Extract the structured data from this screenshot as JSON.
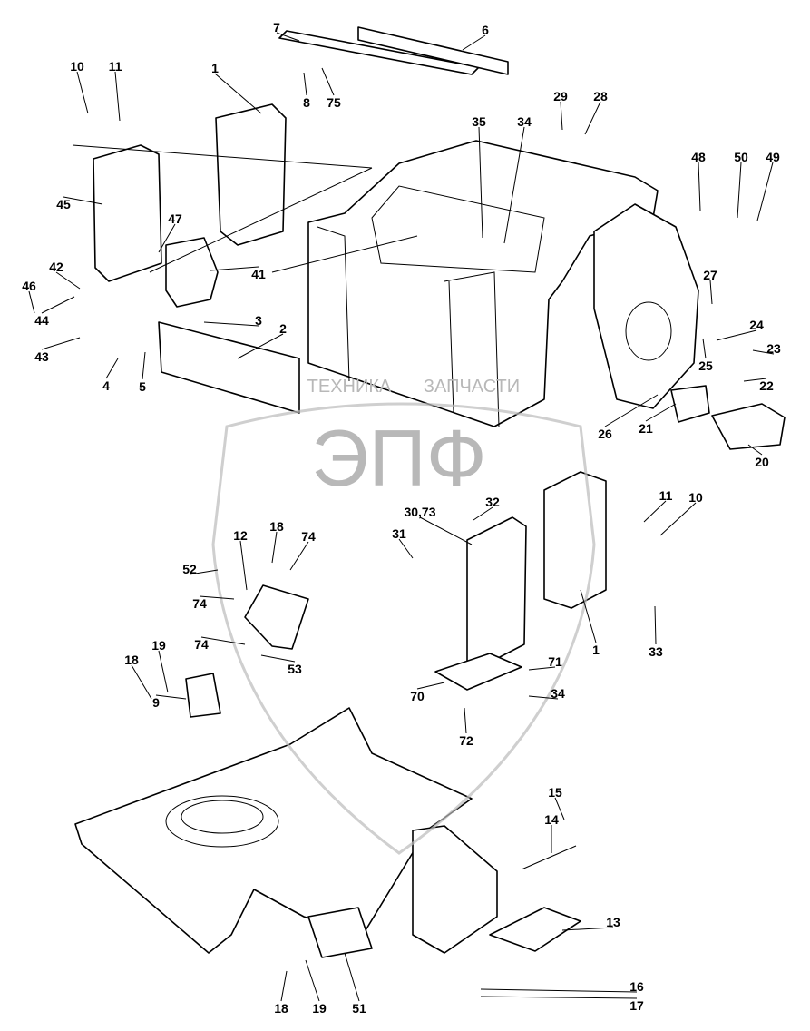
{
  "watermark": {
    "logo_text": "ЭПФ",
    "left_text": "ТЕХНИКА",
    "right_text": "ЗАПЧАСТИ"
  },
  "callouts": [
    "7",
    "6",
    "10",
    "11",
    "1",
    "8",
    "75",
    "29",
    "28",
    "35",
    "34",
    "48",
    "50",
    "49",
    "45",
    "47",
    "41",
    "42",
    "46",
    "44",
    "27",
    "24",
    "23",
    "3",
    "2",
    "43",
    "4",
    "5",
    "25",
    "22",
    "26",
    "21",
    "20",
    "32",
    "30,73",
    "11",
    "10",
    "18",
    "74",
    "12",
    "31",
    "52",
    "74",
    "1",
    "33",
    "74",
    "53",
    "19",
    "18",
    "71",
    "70",
    "34",
    "9",
    "72",
    "15",
    "14",
    "13",
    "16",
    "18",
    "19",
    "51",
    "17"
  ]
}
